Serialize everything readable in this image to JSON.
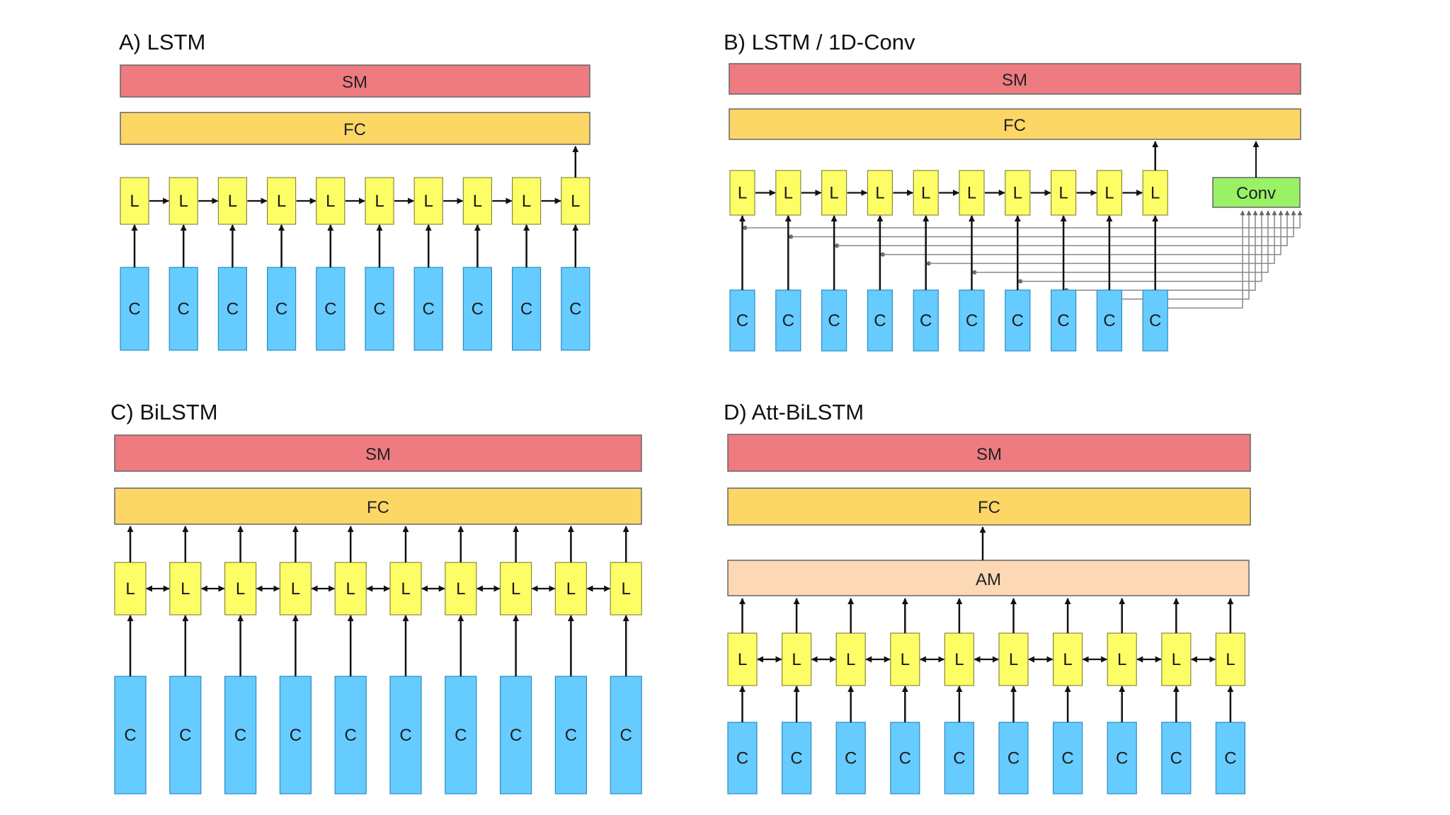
{
  "panels": [
    {
      "id": "A",
      "title": "A) LSTM",
      "top_label": "SM",
      "fc_label": "FC",
      "cell_label": "L",
      "input_label": "C",
      "bidirectional": false
    },
    {
      "id": "B",
      "title": "B) LSTM / 1D-Conv",
      "top_label": "SM",
      "fc_label": "FC",
      "cell_label": "L",
      "input_label": "C",
      "conv_label": "Conv",
      "bidirectional": false
    },
    {
      "id": "C",
      "title": "C) BiLSTM",
      "top_label": "SM",
      "fc_label": "FC",
      "cell_label": "L",
      "input_label": "C",
      "bidirectional": true
    },
    {
      "id": "D",
      "title": "D) Att-BiLSTM",
      "top_label": "SM",
      "fc_label": "FC",
      "attention_label": "AM",
      "cell_label": "L",
      "input_label": "C",
      "bidirectional": true
    }
  ],
  "timesteps": 10,
  "colors": {
    "softmax": "#ee7b80",
    "fully_connected": "#fcd766",
    "lstm_cell": "#fdfd66",
    "input": "#66ccff",
    "conv": "#99f266",
    "attention": "#fcd8b4",
    "connector": "#111111",
    "conv_lines": "#888888"
  }
}
